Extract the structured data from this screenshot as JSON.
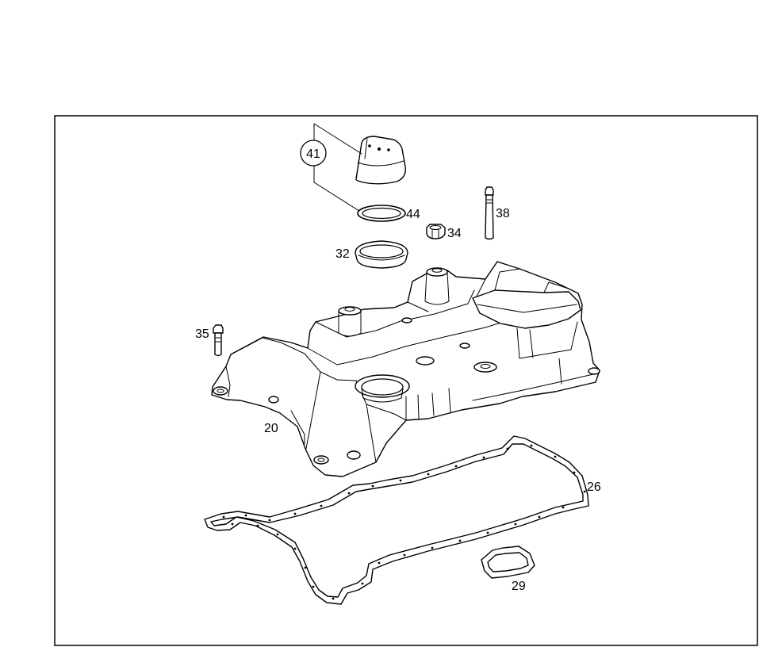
{
  "callouts": {
    "p41": "41",
    "p44": "44",
    "p34": "34",
    "p38": "38",
    "p32": "32",
    "p35": "35",
    "p20": "20",
    "p26": "26",
    "p29": "29"
  }
}
